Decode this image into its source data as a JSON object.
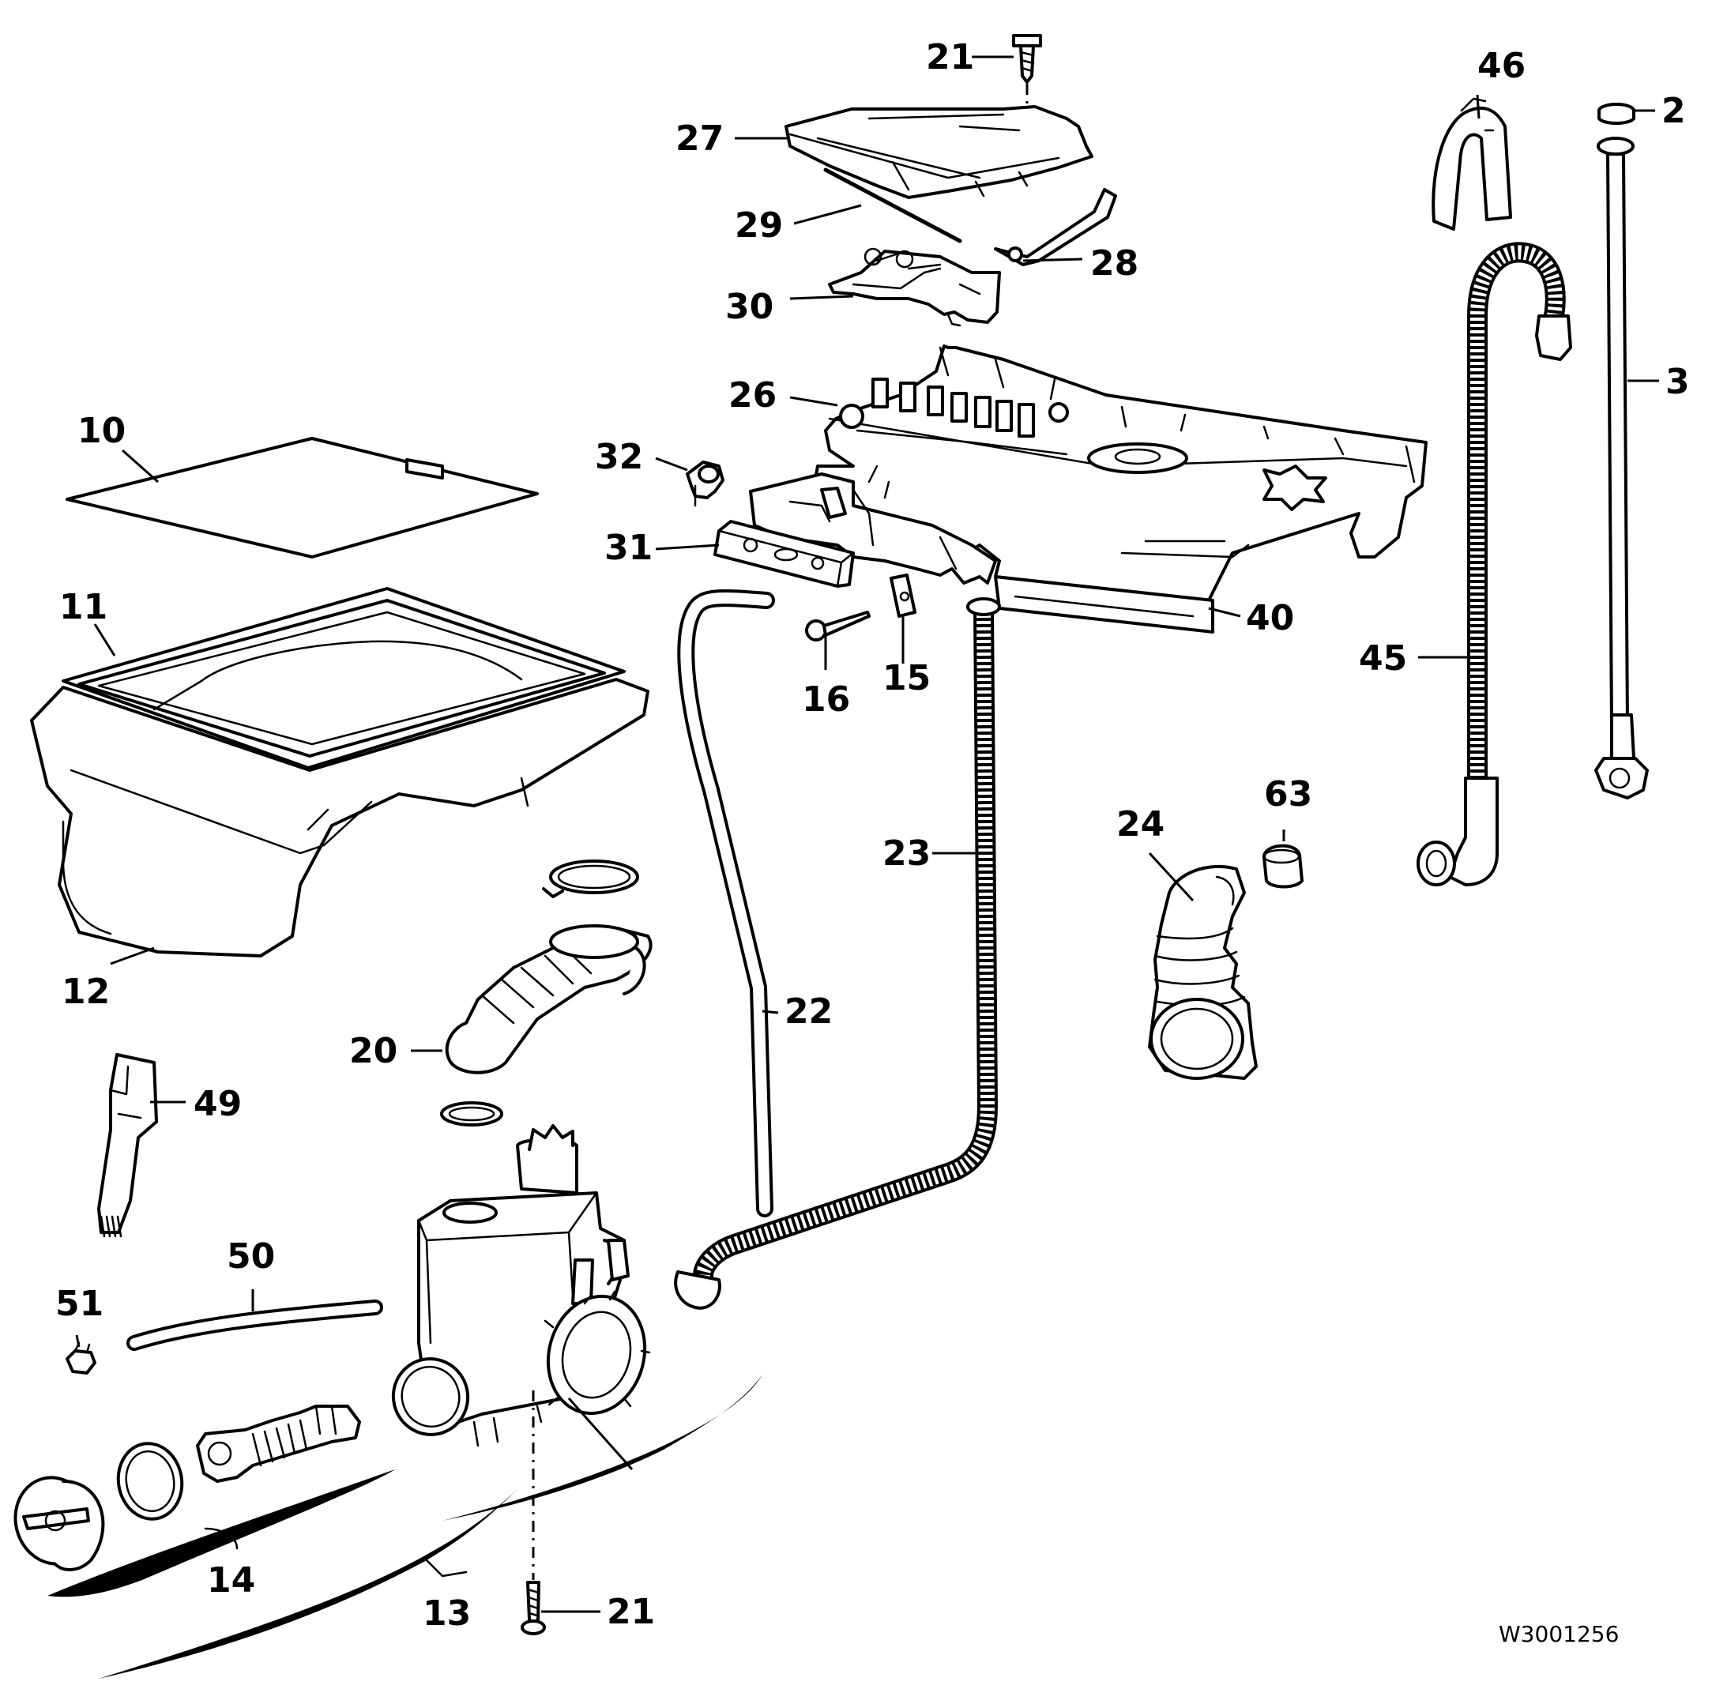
{
  "diagram": {
    "drawing_code": "W3001256",
    "callouts": [
      "21",
      "27",
      "29",
      "28",
      "30",
      "26",
      "32",
      "31",
      "16",
      "15",
      "40",
      "46",
      "2",
      "3",
      "45",
      "10",
      "11",
      "12",
      "20",
      "22",
      "23",
      "24",
      "63",
      "49",
      "50",
      "51",
      "14",
      "13",
      "21"
    ]
  }
}
